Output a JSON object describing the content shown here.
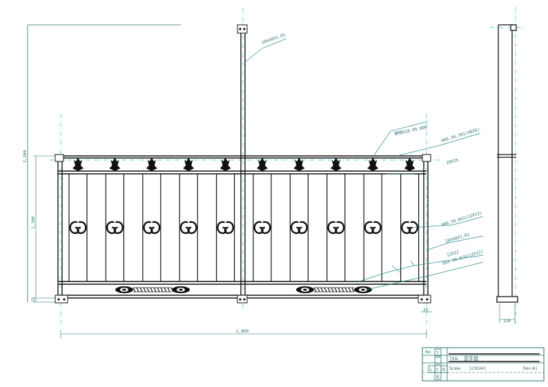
{
  "colors": {
    "ink": "#111111",
    "dim": "#2a8a8a",
    "cyan": "#29c4d6",
    "frame": "#1f6f6f"
  },
  "elevation": {
    "dims": {
      "total_width": "2,800",
      "total_height": "2,100",
      "rail_height": "1,100",
      "base": "25",
      "foot": "25"
    },
    "callouts": {
      "post_top": "20X40X1.01",
      "c1": "鋳物S16.05.000",
      "c2": "000.20.701(4026)",
      "c3": "18X25",
      "c4": "000.20.042(12X12)",
      "c5": "20X40X1.01",
      "c6": "12X12",
      "c7": "044.40.074(12X12)"
    }
  },
  "side": {
    "width_dim": "120"
  },
  "title_block": {
    "r1_label": "No",
    "r1_value": "",
    "r2_label": "Title",
    "r2_value": "窓手摺",
    "r3_label": "Scale",
    "r3_value": "1/30/A3",
    "r3_extra": "Rev A1",
    "views": {
      "t": "T",
      "l": "L",
      "f": "F",
      "r": "R",
      "b": "B"
    }
  }
}
